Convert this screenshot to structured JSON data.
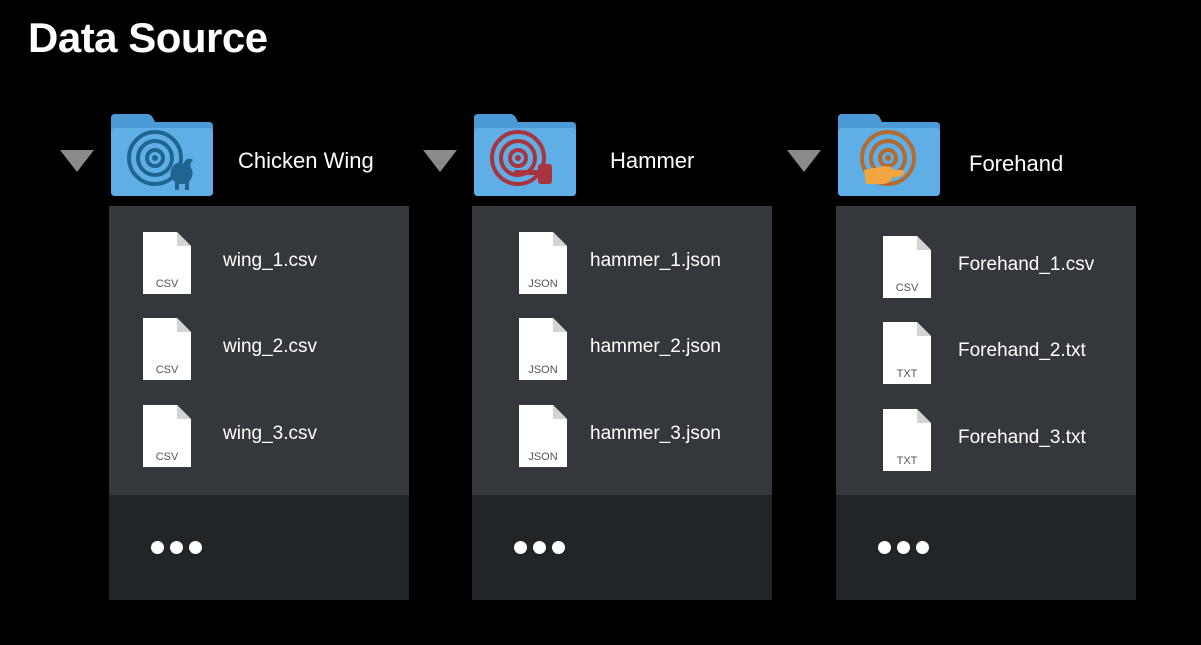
{
  "page": {
    "title": "Data Source"
  },
  "folders": [
    {
      "label": "Chicken Wing",
      "icon": "target-rooster-folder-icon",
      "accent": "#1f6590",
      "files": [
        {
          "name": "wing_1.csv",
          "type": "CSV"
        },
        {
          "name": "wing_2.csv",
          "type": "CSV"
        },
        {
          "name": "wing_3.csv",
          "type": "CSV"
        }
      ]
    },
    {
      "label": "Hammer",
      "icon": "target-hammer-folder-icon",
      "accent": "#a8343d",
      "files": [
        {
          "name": "hammer_1.json",
          "type": "JSON"
        },
        {
          "name": "hammer_2.json",
          "type": "JSON"
        },
        {
          "name": "hammer_3.json",
          "type": "JSON"
        }
      ]
    },
    {
      "label": "Forehand",
      "icon": "target-hand-folder-icon",
      "accent": "#b36a2e",
      "files": [
        {
          "name": "Forehand_1.csv",
          "type": "CSV"
        },
        {
          "name": "Forehand_2.txt",
          "type": "TXT"
        },
        {
          "name": "Forehand_3.txt",
          "type": "TXT"
        }
      ]
    }
  ],
  "colors": {
    "background": "#000000",
    "panel": "#34383c",
    "panel_more": "#222527",
    "folder": "#5faee5",
    "folder_tab": "#4b9ad6",
    "disclosure": "#8a8a8a"
  }
}
